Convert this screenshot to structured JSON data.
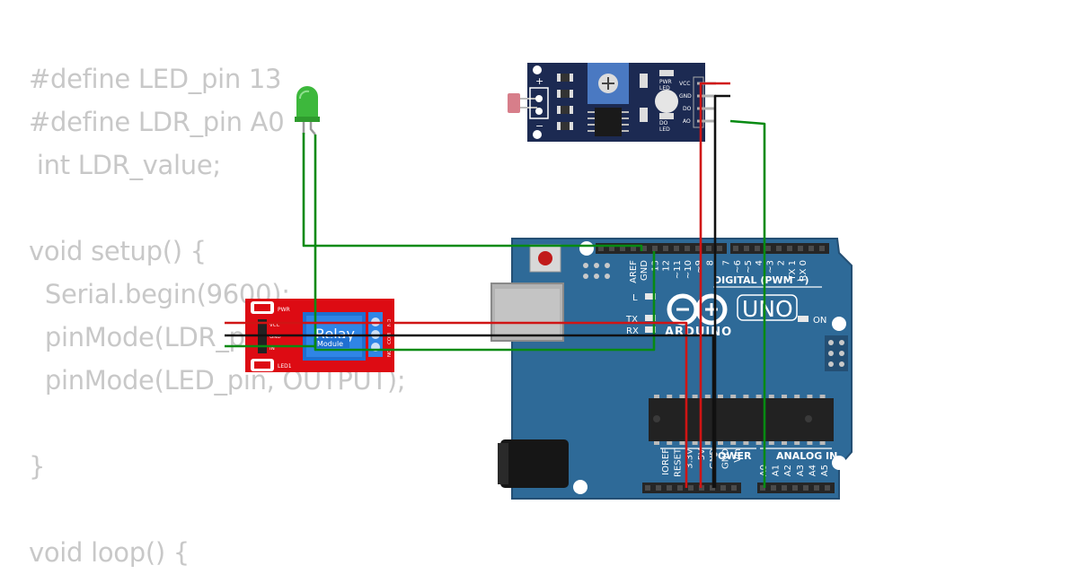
{
  "code_lines": [
    "#define LED_pin 13",
    "#define LDR_pin A0",
    " int LDR_value;",
    "",
    "void setup() {",
    "  Serial.begin(9600);",
    "  pinMode(LDR_pin, INPUT);",
    "  pinMode(LED_pin, OUTPUT);",
    "",
    "}",
    "",
    "void loop() {"
  ],
  "relay": {
    "title": "Relay",
    "subtitle": "Module",
    "pwr": "PWR",
    "led1": "LED1",
    "vcc": "VCC",
    "gnd": "GND",
    "in": "IN",
    "nc": "NC",
    "com": "COM",
    "no": "NO"
  },
  "ldr": {
    "pwr_led": "PWR\nLED",
    "do_led": "DO\nLED",
    "vcc": "VCC",
    "gnd": "GND",
    "do": "DO",
    "ao": "AO",
    "plus": "+",
    "minus": "−"
  },
  "uno": {
    "brand": "ARDUINO",
    "model": "UNO",
    "on": "ON",
    "tx": "TX",
    "rx": "RX",
    "l": "L",
    "digital": "DIGITAL (PWM ~)",
    "power": "POWER",
    "analog": "ANALOG IN",
    "digital_pins": [
      "AREF",
      "GND",
      "13",
      "12",
      "~11",
      "~10",
      "~9",
      "8",
      "7",
      "~6",
      "~5",
      "4",
      "~3",
      "2",
      "TX 1",
      "RX 0"
    ],
    "power_pins": [
      "IOREF",
      "RESET",
      "3.3V",
      "5V",
      "GND",
      "GND",
      "Vin"
    ],
    "analog_pins": [
      "A0",
      "A1",
      "A2",
      "A3",
      "A4",
      "A5"
    ]
  },
  "colors": {
    "code_text": "#c8c8c8",
    "board_blue": "#2e6a98",
    "relay_red": "#dd0b13",
    "module_navy": "#1c2a52",
    "wire_green": "#078a12",
    "wire_red": "#d01414",
    "wire_black": "#111111",
    "led_green": "#3db83c"
  }
}
